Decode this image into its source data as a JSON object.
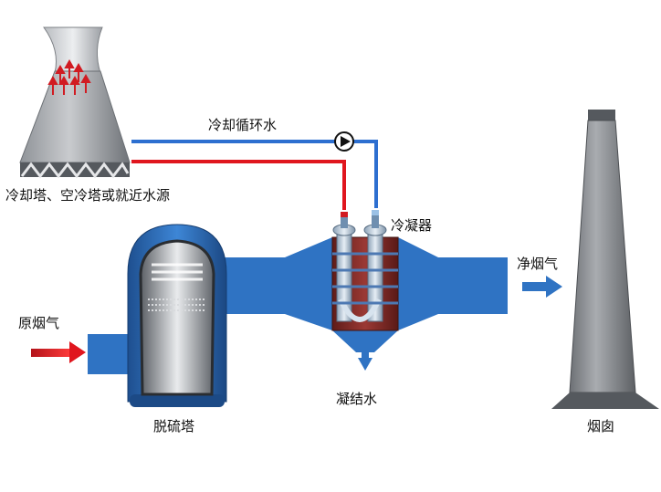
{
  "labels": {
    "cooling_tower": "冷却塔、空冷塔或就近水源",
    "circulating_water": "冷却循环水",
    "condenser": "冷凝器",
    "raw_flue_gas": "原烟气",
    "clean_flue_gas": "净烟气",
    "desulfurization_tower": "脱硫塔",
    "condensate_water": "凝结水",
    "chimney": "烟囱"
  },
  "icons": {
    "pump": "pump-icon",
    "inlet_arrow": "arrow-right-icon",
    "outlet_arrow": "arrow-right-icon",
    "drain_arrow": "arrow-down-icon"
  },
  "colors": {
    "duct_blue": "#2f73c3",
    "cold_pipe": "#2d6fd0",
    "hot_pipe": "#e0161e",
    "condenser_core": "#8b2e2a",
    "stack_gray": "#8e9196",
    "background": "#ffffff"
  }
}
